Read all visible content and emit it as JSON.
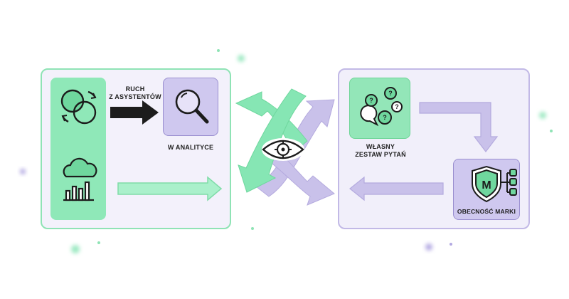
{
  "labels": {
    "traffic_line1": "RUCH",
    "traffic_line2": "Z ASYSTENTÓW",
    "in_analytics": "W ANALITYCE",
    "own_set_line1": "WŁASNY",
    "own_set_line2": "ZESTAW PYTAŃ",
    "brand_presence": "OBECNOŚĆ MARKI"
  },
  "icons": {
    "venn": "venn-cycle-icon",
    "cloud_chart": "cloud-analytics-icon",
    "magnifier": "magnifier-icon",
    "chat_questions": "chat-questions-icon",
    "brand_shield": "brand-shield-network-icon",
    "eye": "eye-target-icon"
  },
  "badge_letter": "M",
  "question_mark": "?",
  "colors": {
    "green": "#7fe3ad",
    "green_border": "#8fe3b5",
    "lavender": "#c9c1ea",
    "lavender_border": "#c2b9e6",
    "dark": "#1c1c1c"
  }
}
